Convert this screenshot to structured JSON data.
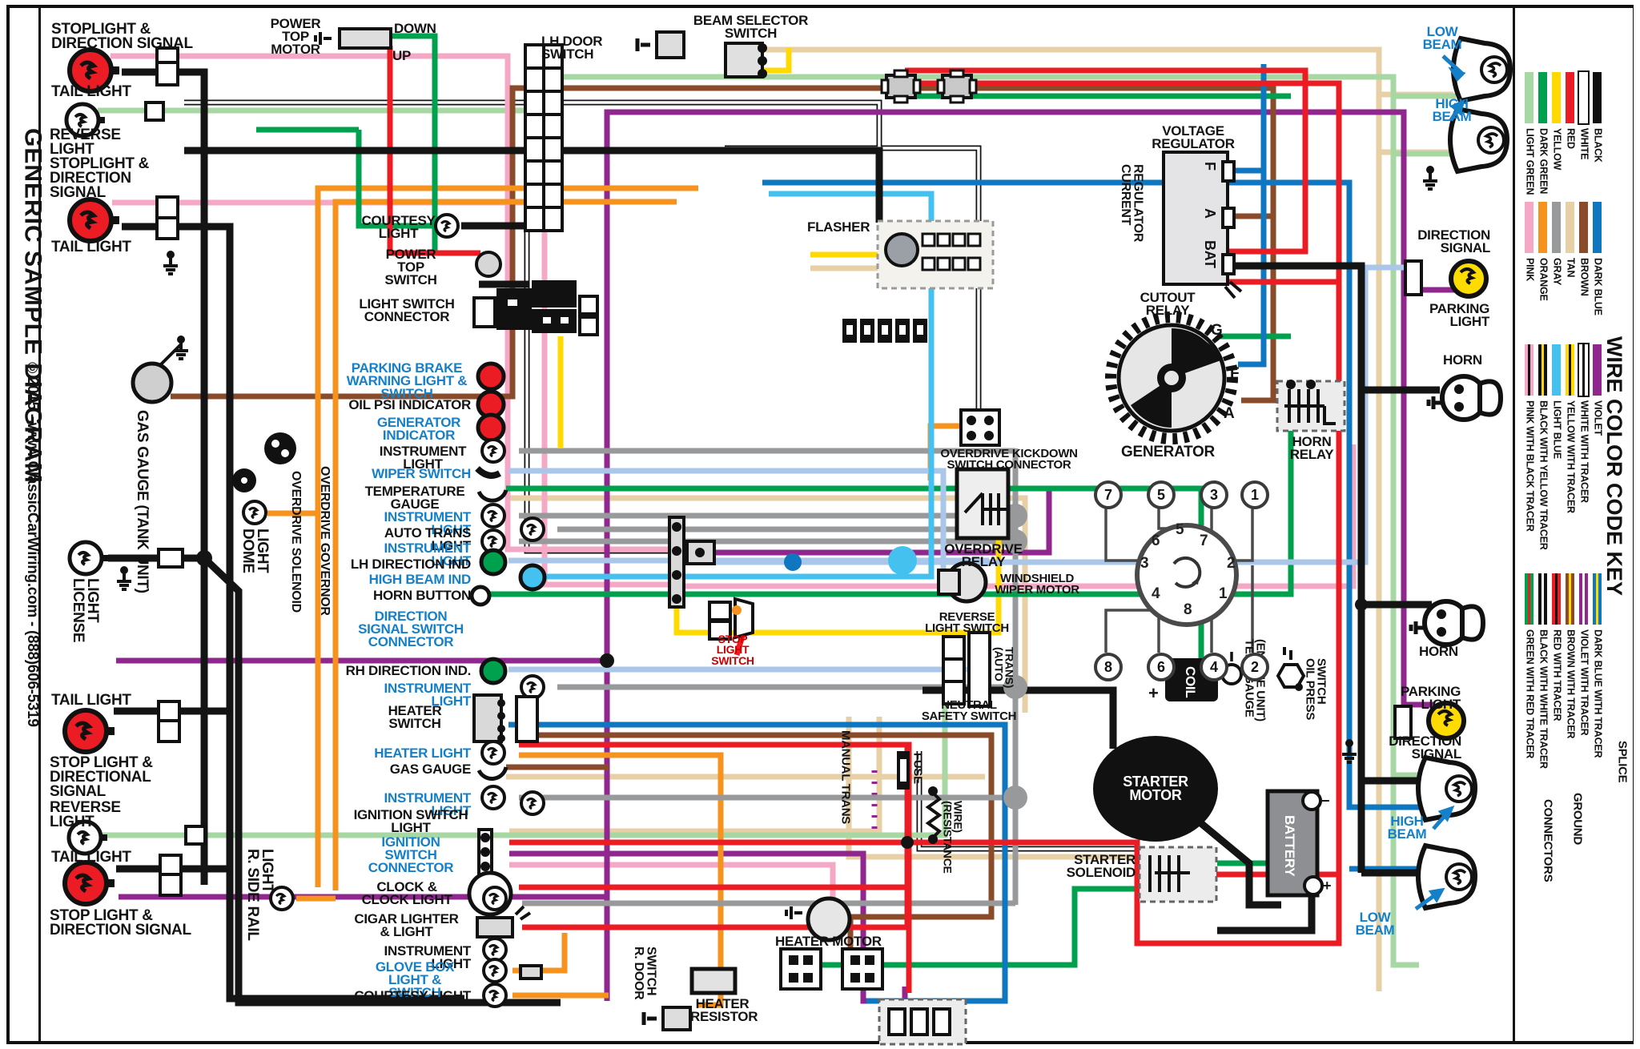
{
  "title_bar": {
    "title": "GENERIC SAMPLE DIAGRAM",
    "copyright": "©2015 - www.ClassicCarWiring.com - (888)606-5319"
  },
  "legend": {
    "title": "WIRE COLOR CODE KEY",
    "groups": [
      {
        "items": [
          {
            "name": "LIGHT GREEN",
            "color": "#a7d7a2"
          },
          {
            "name": "DARK GREEN",
            "color": "#00a14e"
          },
          {
            "name": "YELLOW",
            "color": "#ffd900"
          },
          {
            "name": "RED",
            "color": "#ec1c24"
          },
          {
            "name": "WHITE",
            "color": "#ffffff",
            "outline": true
          },
          {
            "name": "BLACK",
            "color": "#111111"
          }
        ]
      },
      {
        "items": [
          {
            "name": "PINK",
            "color": "#f5a8c5"
          },
          {
            "name": "ORANGE",
            "color": "#f6921e"
          },
          {
            "name": "GRAY",
            "color": "#97999b"
          },
          {
            "name": "TAN",
            "color": "#e7cfa6"
          },
          {
            "name": "BROWN",
            "color": "#8a4b2b"
          },
          {
            "name": "DARK BLUE",
            "color": "#0e77c0"
          }
        ]
      },
      {
        "items": [
          {
            "name": "PINK WITH BLACK TRACER",
            "color": "#f5a8c5",
            "tracer": "#111111"
          },
          {
            "name": "BLACK WITH YELLOW TRACER",
            "color": "#111111",
            "tracer": "#ffd900"
          },
          {
            "name": "LIGHT BLUE",
            "color": "#45c1f0"
          },
          {
            "name": "YELLOW WITH TRACER",
            "color": "#ffd900",
            "tracer": "#111111"
          },
          {
            "name": "WHITE WITH TRACER",
            "color": "#ffffff",
            "tracer": "#111111",
            "outline": true
          },
          {
            "name": "VIOLET",
            "color": "#90278e"
          }
        ]
      },
      {
        "items": [
          {
            "name": "GREEN WITH RED TRACER",
            "color": "#00a14e",
            "tracer": "#ec1c24"
          },
          {
            "name": "BLACK WITH WHITE TRACER",
            "color": "#111111",
            "tracer": "#ffffff"
          },
          {
            "name": "RED WITH TRACER",
            "color": "#ec1c24",
            "tracer": "#111111"
          },
          {
            "name": "BROWN WITH TRACER",
            "color": "#8a4b2b",
            "tracer": "#ffd900"
          },
          {
            "name": "VIOLET WITH TRACER",
            "color": "#90278e",
            "tracer": "#ffffff"
          },
          {
            "name": "DARK BLUE WITH TRACER",
            "color": "#0e77c0",
            "tracer": "#ffd900"
          }
        ]
      }
    ],
    "symbols": {
      "splice": "SPLICE",
      "ground": "GROUND",
      "connectors": "CONNECTORS"
    }
  },
  "labels": {
    "stoplight_direction_signal": "STOPLIGHT & DIRECTION SIGNAL",
    "tail_light": "TAIL LIGHT",
    "reverse_light": "REVERSE LIGHT",
    "gas_gauge_tank_unit": "GAS GAUGE (TANK UNIT)",
    "license_light": "LICENSE LIGHT",
    "dome_light": "DOME LIGHT",
    "stop_light_directional_signal": "STOP LIGHT & DIRECTIONAL SIGNAL",
    "stop_light_direction_signal": "STOP LIGHT & DIRECTION SIGNAL",
    "r_side_rail_light": "R. SIDE RAIL LIGHT",
    "power_top_motor": "POWER TOP MOTOR",
    "down": "DOWN",
    "up": "UP",
    "lh_door_switch": "LH DOOR SWITCH",
    "beam_selector_switch": "BEAM SELECTOR SWITCH",
    "courtesy_light": "COURTESY LIGHT",
    "power_top_switch": "POWER TOP SWITCH",
    "light_switch_connector": "LIGHT SWITCH CONNECTOR",
    "parking_brake": "PARKING BRAKE WARNING LIGHT & SWITCH",
    "oil_psi_indicator": "OIL PSI INDICATOR",
    "generator_indicator": "GENERATOR INDICATOR",
    "instrument_light": "INSTRUMENT LIGHT",
    "wiper_switch": "WIPER SWITCH",
    "temperature_gauge": "TEMPERATURE GAUGE",
    "auto_trans_light": "AUTO TRANS LIGHT",
    "lh_direction_ind": "LH DIRECTION IND",
    "high_beam_ind": "HIGH BEAM IND",
    "horn_button": "HORN BUTTON",
    "direction_signal_switch_connector": "DIRECTION SIGNAL SWITCH CONNECTOR",
    "rh_direction_ind": "RH DIRECTION IND.",
    "heater_switch": "HEATER SWITCH",
    "heater_light": "HEATER LIGHT",
    "gas_gauge": "GAS GAUGE",
    "ignition_switch_light": "IGNITION SWITCH LIGHT",
    "ignition_switch_connector": "IGNITION SWITCH CONNECTOR",
    "clock_clock_light": "CLOCK & CLOCK LIGHT",
    "cigar_lighter_light": "CIGAR LIGHTER & LIGHT",
    "glove_box_light_switch": "GLOVE BOX LIGHT & SWITCH",
    "overdrive_solenoid": "OVERDRIVE SOLENOID",
    "overdrive_governor": "OVERDRIVE GOVERNOR",
    "r_door_switch": "R. DOOR SWITCH",
    "manual_trans": "MANUAL TRANS",
    "fuse": "FUSE",
    "resistance_wire": "(RESISTANCE WIRE)",
    "auto_trans": "(AUTO TRANS)",
    "flasher": "FLASHER",
    "voltage_regulator": "VOLTAGE REGULATOR",
    "current_regulator": "CURRENT REGULATOR",
    "cutout_relay": "CUTOUT RELAY",
    "generator": "GENERATOR",
    "horn_relay": "HORN RELAY",
    "overdrive_kickdown": "OVERDRIVE KICKDOWN SWITCH CONNECTOR",
    "overdrive_relay": "OVERDRIVE RELAY",
    "windshield_wiper_motor": "WINDSHIELD WIPER MOTOR",
    "reverse_light_switch": "REVERSE LIGHT SWITCH",
    "neutral_safety_switch": "NEUTRAL SAFETY SWITCH",
    "stop_light_switch": "STOP LIGHT SWITCH",
    "coil": "COIL",
    "temp_gauge_engine_unit": "TEMP GAUGE (ENGINE UNIT)",
    "oil_press_switch": "OIL PRESS SWITCH",
    "starter_motor": "STARTER MOTOR",
    "battery": "BATTERY",
    "starter_solenoid": "STARTER SOLENOID",
    "heater_motor": "HEATER MOTOR",
    "heater_resistor": "HEATER RESISTOR",
    "low_beam": "LOW BEAM",
    "high_beam": "HIGH BEAM",
    "direction_signal": "DIRECTION SIGNAL",
    "parking_light": "PARKING LIGHT",
    "horn": "HORN"
  },
  "terminals": {
    "vr_f": "F",
    "vr_a": "A",
    "vr_bat": "BAT",
    "gen_g": "G",
    "gen_f": "F",
    "gen_a": "A",
    "minus": "−",
    "plus": "+"
  },
  "ignition": {
    "outer_top": [
      "7",
      "5",
      "3",
      "1"
    ],
    "outer_bottom": [
      "8",
      "6",
      "4",
      "2"
    ],
    "inner": [
      "5",
      "6",
      "7",
      "3",
      "2",
      "4",
      "1",
      "8"
    ]
  },
  "colors": {
    "label_blue": "#1580c8",
    "bulb_red": "#ec1c24",
    "bulb_yellow": "#ffdc00"
  }
}
